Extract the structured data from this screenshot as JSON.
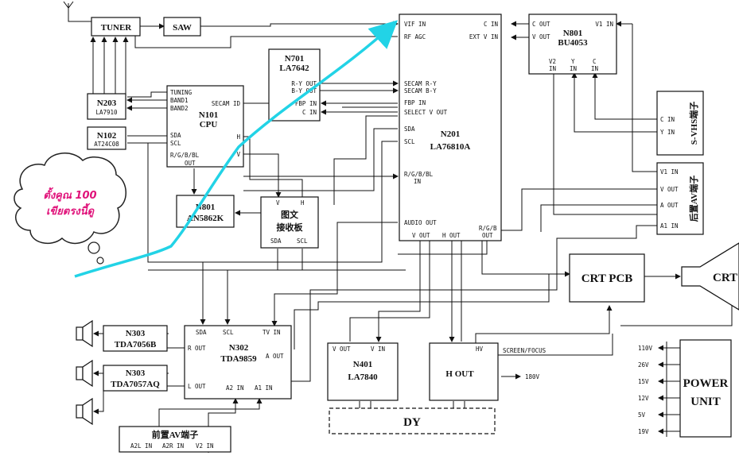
{
  "diagram": {
    "tuner": "TUNER",
    "saw": "SAW",
    "n203": {
      "name": "N203",
      "part": "LA7910"
    },
    "n102": {
      "name": "N102",
      "part": "AT24C08"
    },
    "n101": {
      "name": "N101",
      "part": "CPU",
      "pins": [
        "TUNING",
        "BAND1",
        "BAND2",
        "SECAM ID",
        "SDA",
        "SCL",
        "H",
        "V",
        "R/G/B/BL",
        "OUT"
      ]
    },
    "n701": {
      "name": "N701",
      "part": "LA7642",
      "pins": [
        "R-Y OUT",
        "B-Y OUT",
        "FBP IN",
        "C IN"
      ]
    },
    "n201": {
      "name": "N201",
      "part": "LA76810A",
      "pins": [
        "VIF IN",
        "RF AGC",
        "C IN",
        "EXT V IN",
        "SECAM R-Y",
        "SECAM B-Y",
        "FBP IN",
        "SELECT V OUT",
        "SDA",
        "SCL",
        "R/G/B/BL",
        "IN",
        "AUDIO OUT",
        "V OUT",
        "H OUT",
        "R/G/B",
        "OUT"
      ]
    },
    "n801": {
      "name": "N801",
      "part": "BU4053",
      "pins": [
        "C OUT",
        "V OUT",
        "V1 IN",
        "V2",
        "IN",
        "Y",
        "IN",
        "C",
        "IN"
      ]
    },
    "svhs": {
      "label": "S-VHS端子",
      "pins": [
        "C IN",
        "Y IN"
      ]
    },
    "rearav": {
      "label": "后置AV端子",
      "pins": [
        "V1 IN",
        "V OUT",
        "A OUT",
        "A1 IN"
      ]
    },
    "n801b": {
      "name": "N801",
      "part": "AN5862K"
    },
    "teletext": {
      "line1": "图文",
      "line2": "接收板",
      "pins": [
        "V",
        "H",
        "SDA",
        "SCL"
      ]
    },
    "crt_pcb": "CRT PCB",
    "crt": "CRT",
    "n303a": {
      "name": "N303",
      "part": "TDA7056B"
    },
    "n303b": {
      "name": "N303",
      "part": "TDA7057AQ"
    },
    "n302": {
      "name": "N302",
      "part": "TDA9859",
      "pins": [
        "SDA",
        "SCL",
        "TV IN",
        "R OUT",
        "A OUT",
        "L OUT",
        "A2 IN",
        "A1 IN"
      ]
    },
    "frontav": {
      "label": "前置AV端子",
      "pins": [
        "A2L IN",
        "A2R IN",
        "V2 IN"
      ]
    },
    "n401": {
      "name": "N401",
      "part": "LA7840",
      "pins": [
        "V OUT",
        "V IN"
      ]
    },
    "hout": {
      "name": "H OUT",
      "pins": [
        "HV",
        "SCREEN/FOCUS",
        "180V"
      ]
    },
    "dy": "DY",
    "power": {
      "line1": "POWER",
      "line2": "UNIT",
      "rails": [
        "110V",
        "26V",
        "15V",
        "12V",
        "5V",
        "19V"
      ]
    },
    "annotation": {
      "line1": "ตั้งคูณ 100",
      "line2": "เขียตรงนี้ดู",
      "color": "#e0127a",
      "arrow_color": "#22d3e6"
    }
  }
}
